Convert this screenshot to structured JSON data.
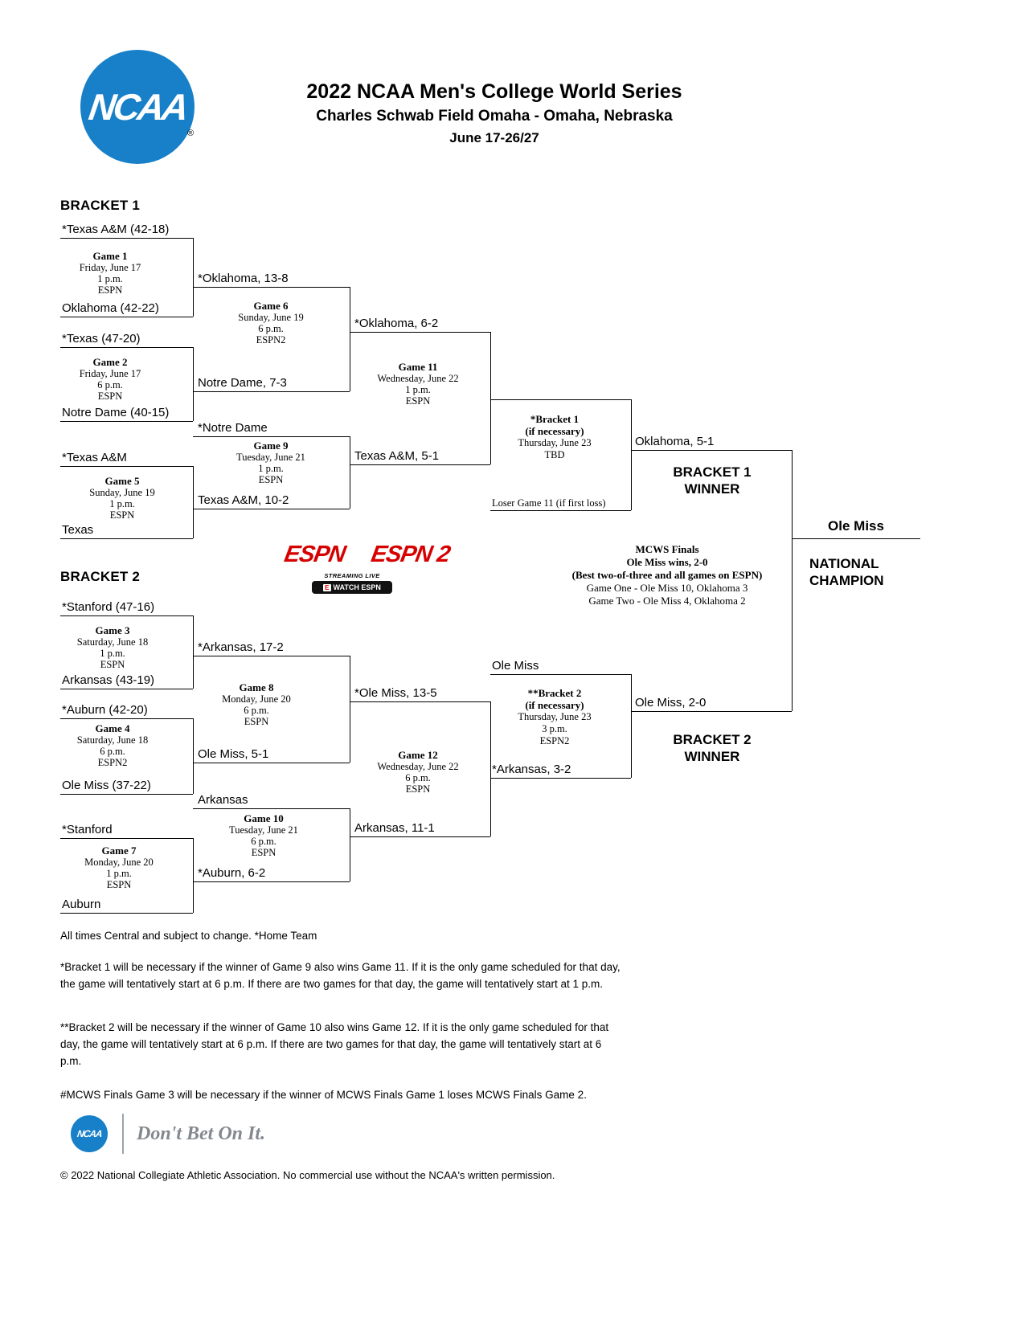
{
  "colors": {
    "ncaa_blue": "#1780c8",
    "espn_red": "#d60000",
    "slogan_gray": "#83888e"
  },
  "header": {
    "logo_text": "NCAA",
    "registered_mark": "®",
    "title": "2022 NCAA Men's College World Series",
    "subtitle": "Charles Schwab Field Omaha - Omaha, Nebraska",
    "dates": "June 17-26/27"
  },
  "bracket1": {
    "label": "BRACKET 1",
    "slots": {
      "g1_top": "*Texas A&M (42-18)",
      "g1_bottom": "Oklahoma (42-22)",
      "g1_winner": "*Oklahoma, 13-8",
      "g2_top": "*Texas (47-20)",
      "g2_bottom": "Notre Dame (40-15)",
      "g2_winner": "Notre Dame, 7-3",
      "g5_top": "*Texas A&M",
      "g5_bottom": "Texas",
      "g6_winner": "*Oklahoma, 6-2",
      "g9_top": "*Notre Dame",
      "g9_bottom": "Texas A&M, 10-2",
      "g9_winner": "Texas A&M, 5-1",
      "loser_g11": "Loser Game 11 (if first loss)",
      "bracket_winner": "Oklahoma, 5-1"
    },
    "games": {
      "game1": {
        "title": "Game 1",
        "date": "Friday, June 17",
        "time": "1 p.m.",
        "tv": "ESPN"
      },
      "game2": {
        "title": "Game 2",
        "date": "Friday, June 17",
        "time": "6 p.m.",
        "tv": "ESPN"
      },
      "game5": {
        "title": "Game 5",
        "date": "Sunday, June 19",
        "time": "1 p.m.",
        "tv": "ESPN"
      },
      "game6": {
        "title": "Game 6",
        "date": "Sunday, June 19",
        "time": "6 p.m.",
        "tv": "ESPN2"
      },
      "game9": {
        "title": "Game 9",
        "date": "Tuesday, June 21",
        "time": "1 p.m.",
        "tv": "ESPN"
      },
      "game11": {
        "title": "Game 11",
        "date": "Wednesday, June 22",
        "time": "1 p.m.",
        "tv": "ESPN"
      },
      "if_necessary": {
        "title": "*Bracket 1",
        "note": "(if necessary)",
        "date": "Thursday, June 23",
        "time": "TBD"
      }
    },
    "winner_label": "BRACKET 1 WINNER"
  },
  "bracket2": {
    "label": "BRACKET 2",
    "slots": {
      "g3_top": "*Stanford (47-16)",
      "g3_bottom": "Arkansas (43-19)",
      "g3_winner": "*Arkansas, 17-2",
      "g4_top": "*Auburn (42-20)",
      "g4_bottom": "Ole Miss (37-22)",
      "g4_winner": "Ole Miss, 5-1",
      "g7_top": "*Stanford",
      "g7_bottom": "Auburn",
      "g8_winner": "*Ole Miss, 13-5",
      "g10_top": "Arkansas",
      "g10_bottom": "*Auburn, 6-2",
      "g10_winner": "Arkansas, 11-1",
      "if_top": "Ole Miss",
      "g12_winner": "*Arkansas, 3-2",
      "bracket_winner": "Ole Miss, 2-0"
    },
    "games": {
      "game3": {
        "title": "Game 3",
        "date": "Saturday, June 18",
        "time": "1 p.m.",
        "tv": "ESPN"
      },
      "game4": {
        "title": "Game 4",
        "date": "Saturday, June 18",
        "time": "6 p.m.",
        "tv": "ESPN2"
      },
      "game7": {
        "title": "Game 7",
        "date": "Monday, June 20",
        "time": "1 p.m.",
        "tv": "ESPN"
      },
      "game8": {
        "title": "Game 8",
        "date": "Monday, June 20",
        "time": "6 p.m.",
        "tv": "ESPN"
      },
      "game10": {
        "title": "Game 10",
        "date": "Tuesday, June 21",
        "time": "6 p.m.",
        "tv": "ESPN"
      },
      "game12": {
        "title": "Game 12",
        "date": "Wednesday, June 22",
        "time": "6 p.m.",
        "tv": "ESPN"
      },
      "if_necessary": {
        "title": "**Bracket 2",
        "note": "(if necessary)",
        "date": "Thursday, June 23",
        "time": "3 p.m.",
        "tv": "ESPN2"
      }
    },
    "winner_label": "BRACKET 2 WINNER"
  },
  "center": {
    "espn": "ESPN",
    "espn2": "ESPN 2",
    "streaming_live": "STREAMING LIVE",
    "watch_icon": "E",
    "watch_espn": "WATCH ESPN"
  },
  "finals": {
    "title": "MCWS Finals",
    "result": "Ole Miss wins, 2-0",
    "format": "(Best two-of-three and all games on ESPN)",
    "game_one": "Game One - Ole Miss 10, Oklahoma 3",
    "game_two": "Game Two - Ole Miss 4, Oklahoma 2",
    "champion": "Ole Miss",
    "champion_label": "NATIONAL CHAMPION"
  },
  "footer": {
    "times_note": "All times Central and subject to change. *Home Team",
    "bracket1_note": "*Bracket 1 will be necessary if the winner of Game 9 also wins Game 11. If it is the only game scheduled for that day, the game will tentatively start at 6 p.m. If there are two games for that day, the game will tentatively start at 1 p.m.",
    "bracket2_note": "**Bracket 2 will be necessary if the winner of Game 10 also wins Game 12. If it is the only game scheduled for that day, the game will tentatively start at 6 p.m. If there are two games for that day, the game will tentatively start at 6 p.m.",
    "finals_note": "#MCWS Finals Game 3 will be necessary if the winner of MCWS Finals Game 1 loses MCWS Finals Game 2.",
    "logo_text": "NCAA",
    "slogan": "Don't Bet On It.",
    "copyright": "© 2022 National Collegiate Athletic Association. No commercial use without the NCAA's written permission."
  }
}
